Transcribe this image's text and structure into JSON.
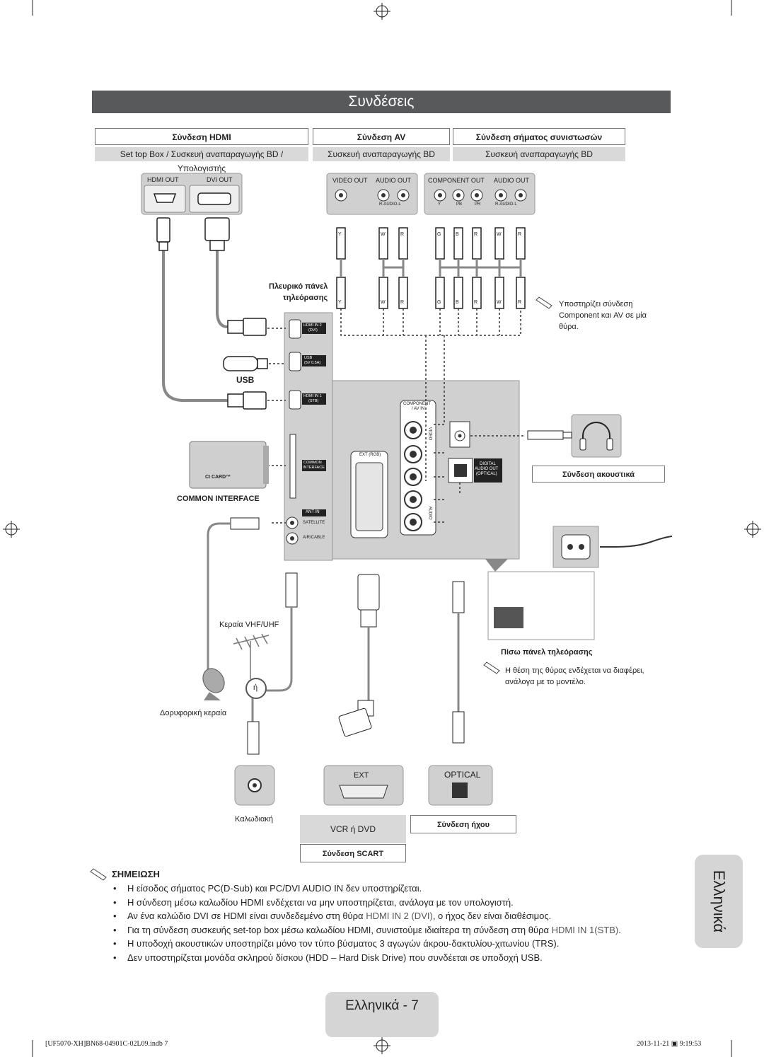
{
  "title": "Συνδέσεις",
  "sections": {
    "hdmi": {
      "label": "Σύνδεση HDMI",
      "sub": "Set top Box / Συσκευή αναπαραγωγής BD / Υπολογιστής"
    },
    "av": {
      "label": "Σύνδεση AV",
      "sub": "Συσκευή αναπαραγωγής BD"
    },
    "component": {
      "label": "Σύνδεση σήματος συνιστωσών",
      "sub": "Συσκευή αναπαραγωγής BD"
    }
  },
  "device_ports": {
    "hdmi_out": "HDMI OUT",
    "dvi_out": "DVI OUT",
    "video_out": "VIDEO OUT",
    "audio_out": "AUDIO OUT",
    "component_out": "COMPONENT OUT",
    "audio_out_2": "AUDIO OUT",
    "r_audio_l": "R-AUDIO-L",
    "r_audio_l_2": "R-AUDIO-L",
    "y": "Y",
    "pb": "PB",
    "pr": "PR"
  },
  "plug_letters": {
    "av_top": [
      "Y",
      "W",
      "R"
    ],
    "comp_top": [
      "G",
      "B",
      "R",
      "W",
      "R"
    ],
    "av_bottom": [
      "Y",
      "W",
      "R"
    ],
    "comp_bottom": [
      "G",
      "B",
      "R",
      "W",
      "R"
    ]
  },
  "side_panel": {
    "label_line1": "Πλευρικό πάνελ",
    "label_line2": "τηλεόρασης",
    "hdmi_in2_line1": "HDMI IN 2",
    "hdmi_in2_line2": "(DVI)",
    "usb_line1": "USB",
    "usb_line2": "(5V 0.5A)",
    "hdmi_in1_line1": "HDMI IN 1",
    "hdmi_in1_line2": "(STB)",
    "common_line1": "COMMON",
    "common_line2": "INTERFACE",
    "ant_in": "ANT IN",
    "satellite": "SATELLITE",
    "air_cable": "AIR/CABLE"
  },
  "rear_panel": {
    "component_line1": "COMPONENT",
    "component_line2": "/ AV IN",
    "ext_rgb": "EXT (RGB)",
    "digital_line1": "DIGITAL",
    "digital_line2": "AUDIO OUT",
    "digital_line3": "(OPTICAL)",
    "video_vert": "VIDEO",
    "audio_vert": "AUDIO"
  },
  "labels": {
    "usb": "USB",
    "ci_card": "CI CARD™",
    "common_interface": "COMMON INTERFACE",
    "supports_line1": "Υποστηρίζει σύνδεση",
    "supports_line2": "Component και AV σε μία",
    "supports_line3": "θύρα.",
    "headphones": "Σύνδεση ακουστικά",
    "antenna_vhf": "Κεραία VHF/UHF",
    "or": "ή",
    "satellite_dish": "Δορυφορική κεραία",
    "rear_panel_tv": "Πίσω πάνελ τηλεόρασης",
    "position_note_line1": "Η θέση της θύρας ενδέχεται να διαφέρει,",
    "position_note_line2": "ανάλογα με το μοντέλο.",
    "ext": "EXT",
    "optical": "OPTICAL",
    "cable": "Καλωδιακή",
    "vcr_dvd": "VCR ή DVD",
    "scart": "Σύνδεση SCART",
    "audio_conn": "Σύνδεση ήχου"
  },
  "note_heading": "ΣΗΜΕΙΩΣΗ",
  "notes": [
    "Η είσοδος σήματος PC(D-Sub) και PC/DVI AUDIO IN δεν υποστηρίζεται.",
    "Η σύνδεση μέσω καλωδίου HDMI ενδέχεται να μην υποστηρίζεται, ανάλογα με τον υπολογιστή."
  ],
  "note3": {
    "pre": "Αν ένα καλώδιο DVI σε HDMI είναι συνδεδεμένο στη θύρα ",
    "port": "HDMI IN 2 (DVI)",
    "post": ", ο ήχος δεν είναι διαθέσιμος."
  },
  "note4": {
    "pre": "Για τη σύνδεση συσκευής set-top box μέσω καλωδίου HDMI, συνιστούμε ιδιαίτερα τη σύνδεση στη θύρα ",
    "port": "HDMI IN 1(STB)",
    "post": "."
  },
  "notes_tail": [
    "Η υποδοχή ακουστικών υποστηρίζει μόνο τον τύπο βύσματος 3 αγωγών άκρου-δακτυλίου-χιτωνίου (TRS).",
    "Δεν υποστηρίζεται μονάδα σκληρού δίσκου (HDD – Hard Disk Drive) που συνδέεται σε υποδοχή USB."
  ],
  "side_tab": "Ελληνικά",
  "page_label": "Ελληνικά - 7",
  "footer": {
    "left": "[UF5070-XH]BN68-04901C-02L09.indb   7",
    "right": "2013-11-21   ▣ 9:19:53"
  },
  "colors": {
    "header_bg": "#58595b",
    "tab_bg": "#d5d5d5",
    "panel_gray": "#d0d0d0"
  }
}
